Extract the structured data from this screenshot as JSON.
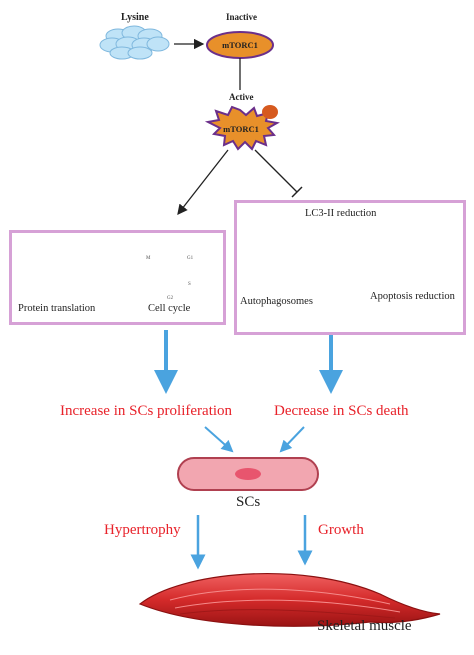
{
  "lysine": "Lysine",
  "inactive_state": "Inactive",
  "mtorc1_inactive": "mTORC1",
  "active_state": "Active",
  "mtorc1_active": "mTORC1",
  "left_box": {
    "protein_translation": "Protein translation",
    "cell_cycle": "Cell cycle",
    "phases": [
      "G1",
      "S",
      "G2",
      "M"
    ]
  },
  "right_box": {
    "title": "LC3-II reduction",
    "autophagosomes": "Autophagosomes",
    "apoptosis_reduction": "Apoptosis reduction"
  },
  "increase_label": "Increase in SCs proliferation",
  "decrease_label": "Decrease in SCs death",
  "scs_label": "SCs",
  "hypertrophy_label": "Hypertrophy",
  "growth_label": "Growth",
  "skeletal_muscle_label": "Skeletal muscle",
  "colors": {
    "box_border": "#d6a1d6",
    "effect_text": "#e8222a",
    "arrow_blue": "#4aa3df",
    "mtorc1_fill": "#e8902a",
    "cell_fill": "#f2a6b0",
    "muscle": "#d42a2a"
  }
}
